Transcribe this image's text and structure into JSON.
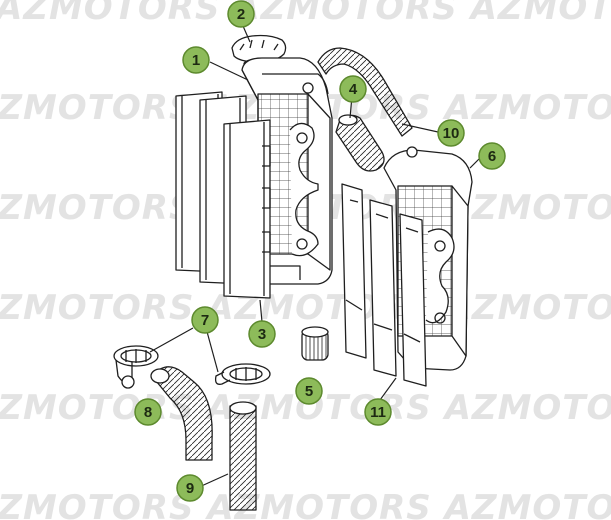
{
  "watermark": {
    "text": "AZMOTORS AZMOTORS AZMOTORS"
  },
  "colors": {
    "badge_fill": "#8dbb5a",
    "badge_stroke": "#5d8a2e",
    "line": "#1f1f1f",
    "watermark": "#e3e3e3"
  },
  "callouts": [
    {
      "label": "1",
      "part": "radiator-left"
    },
    {
      "label": "2",
      "part": "radiator-cap"
    },
    {
      "label": "3",
      "part": "radiator-guard-left"
    },
    {
      "label": "4",
      "part": "hose-clamp-upper"
    },
    {
      "label": "5",
      "part": "hose-connector"
    },
    {
      "label": "6",
      "part": "radiator-right"
    },
    {
      "label": "7",
      "part": "hose-clamps"
    },
    {
      "label": "8",
      "part": "curved-hose"
    },
    {
      "label": "9",
      "part": "straight-hose"
    },
    {
      "label": "10",
      "part": "upper-hose"
    },
    {
      "label": "11",
      "part": "radiator-guard-right"
    }
  ]
}
